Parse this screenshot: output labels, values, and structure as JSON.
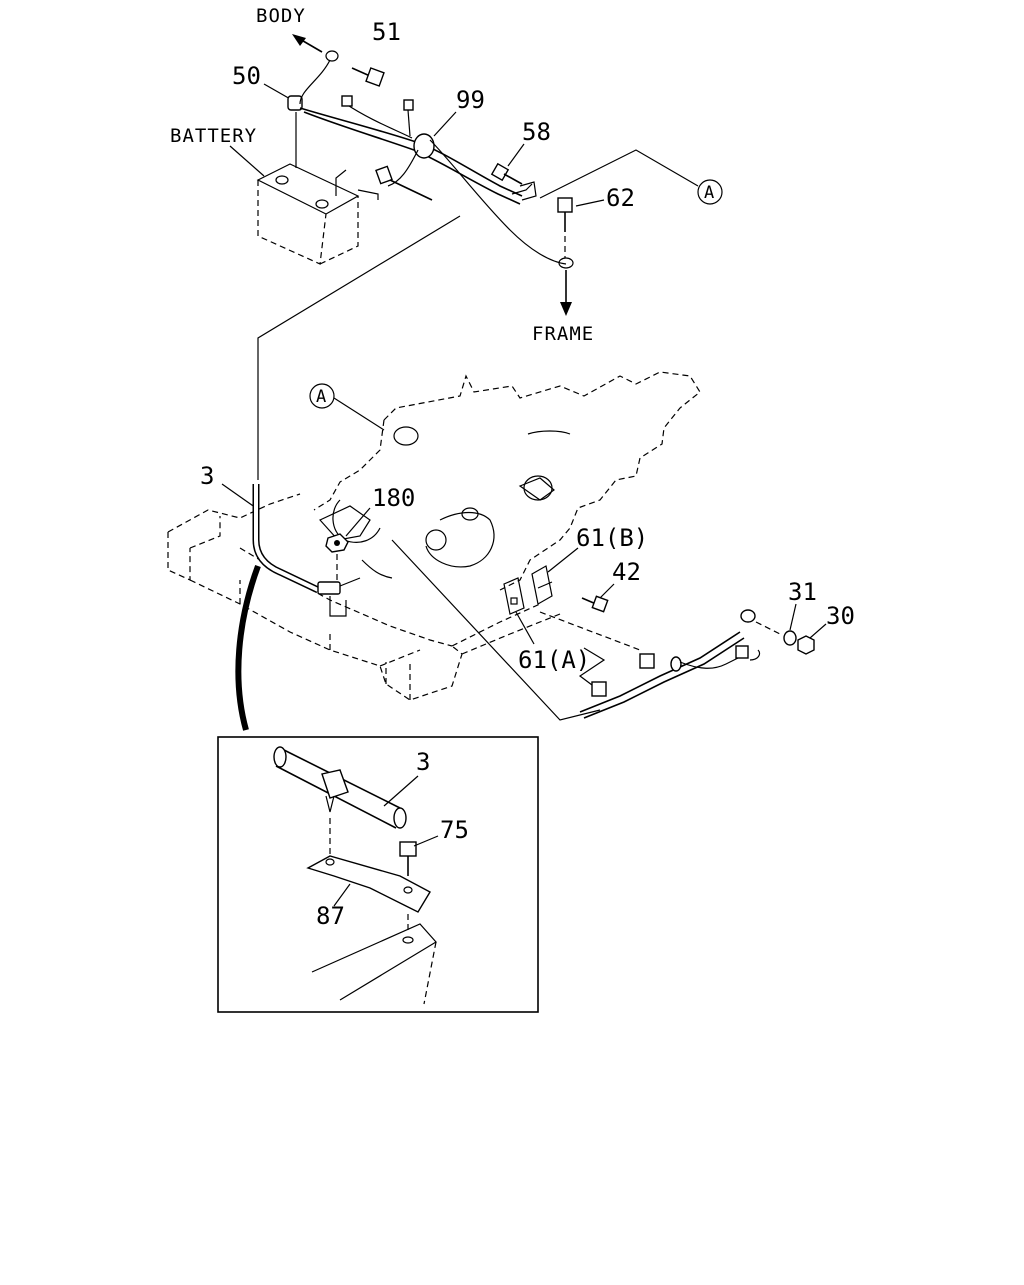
{
  "labels": {
    "body": "BODY",
    "battery": "BATTERY",
    "frame": "FRAME",
    "ref_a_top": "A",
    "ref_a_engine": "A",
    "p51": "51",
    "p50": "50",
    "p99": "99",
    "p58": "58",
    "p62": "62",
    "p3": "3",
    "p180": "180",
    "p61b": "61(B)",
    "p42": "42",
    "p31": "31",
    "p30": "30",
    "p61a": "61(A)",
    "detail_p3": "3",
    "detail_p75": "75",
    "detail_p87": "87"
  },
  "icons": [
    "bolt-icon",
    "nut-icon",
    "washer-icon",
    "battery-icon",
    "engine-icon",
    "cable-icon",
    "bracket-icon",
    "arrow-icon"
  ]
}
